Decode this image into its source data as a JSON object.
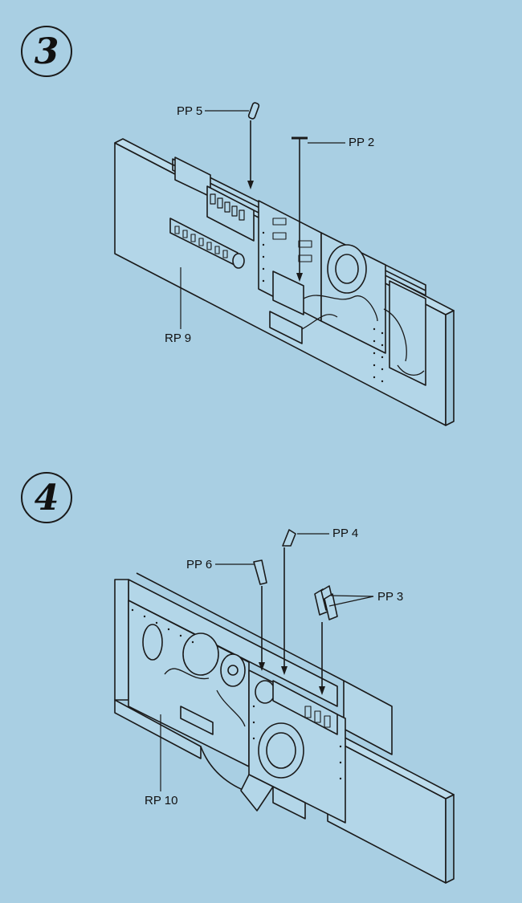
{
  "steps": [
    {
      "number": "3",
      "labels": {
        "pp5": "PP 5",
        "pp2": "PP 2",
        "rp9": "RP 9"
      }
    },
    {
      "number": "4",
      "labels": {
        "pp4": "PP 4",
        "pp6": "PP 6",
        "pp3": "PP 3",
        "rp10": "RP 10"
      }
    }
  ],
  "colors": {
    "background": "#a9cfe3",
    "line": "#1a1a1a",
    "panel": "#b3d6e8"
  }
}
